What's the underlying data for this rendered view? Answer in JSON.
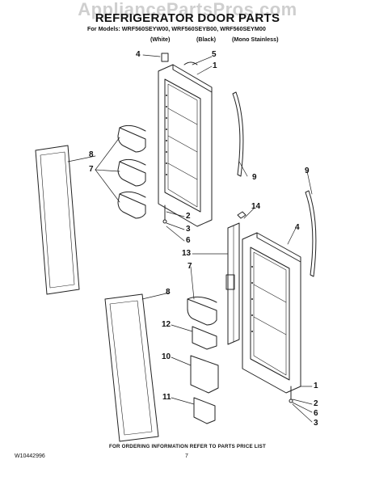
{
  "header": {
    "watermark": "AppliancePartsPros.com",
    "title": "REFRIGERATOR DOOR PARTS",
    "models_line": "For Models: WRF560SEYW00, WRF560SEYB00, WRF560SEYM00",
    "colors": [
      "(White)",
      "(Black)",
      "(Mono Stainless)"
    ]
  },
  "callouts": [
    "4",
    "5",
    "1",
    "8",
    "7",
    "9",
    "2",
    "3",
    "6",
    "14",
    "9",
    "4",
    "13",
    "7",
    "8",
    "12",
    "10",
    "11",
    "1",
    "2",
    "6",
    "3"
  ],
  "footer": {
    "ordering_note": "FOR ORDERING INFORMATION REFER TO PARTS PRICE LIST",
    "document_number": "W10442996",
    "page_number": "7"
  },
  "colors": {
    "line": "#222222",
    "watermark": "#cfcfcf"
  }
}
